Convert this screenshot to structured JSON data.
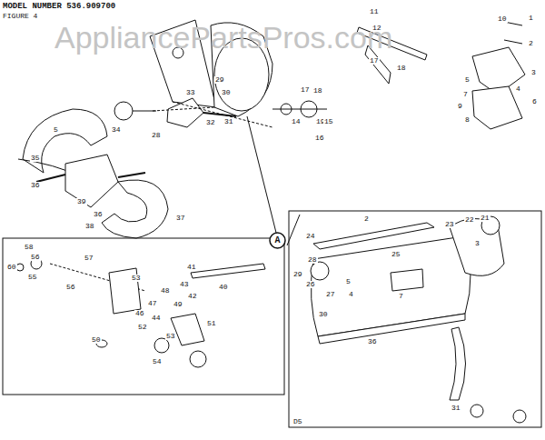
{
  "diagram": {
    "title": "MODEL NUMBER 536.909700",
    "nodes": [
      {
        "text": [
          "A"
        ]
      }
    ],
    "edges": [],
    "labels": [
      "AppliancePartsPros.com",
      "FIGURE 4",
      "1",
      "10",
      "2",
      "11",
      "12",
      "3",
      "4",
      "5",
      "6",
      "7",
      "9",
      "8",
      "17",
      "18",
      "29",
      "30",
      "17",
      "18",
      "19",
      "15",
      "14",
      "16",
      "31",
      "32",
      "33",
      "28",
      "34",
      "5",
      "35",
      "36",
      "39",
      "36",
      "38",
      "37",
      "58",
      "56",
      "60",
      "55",
      "57",
      "56",
      "53",
      "41",
      "43",
      "40",
      "42",
      "48",
      "47",
      "46",
      "49",
      "44",
      "52",
      "51",
      "54",
      "53",
      "50",
      "2",
      "24",
      "23",
      "22",
      "21",
      "25",
      "3",
      "28",
      "26",
      "29",
      "27",
      "5",
      "4",
      "30",
      "7",
      "36",
      "31",
      "D5"
    ]
  }
}
